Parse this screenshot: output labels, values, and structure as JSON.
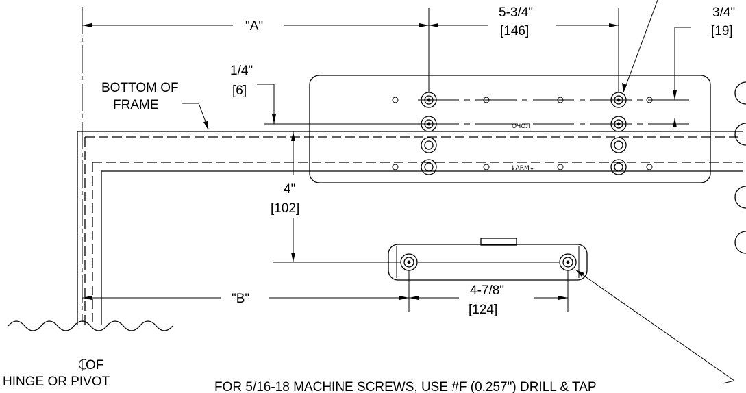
{
  "labels": {
    "dim_a": "\"A\"",
    "dim_b": "\"B\"",
    "dim_5_3_4": "5-3/4\"",
    "dim_146": "[146]",
    "dim_3_4": "3/4\"",
    "dim_19": "[19]",
    "dim_1_4": "1/4\"",
    "dim_6": "[6]",
    "dim_4": "4\"",
    "dim_102": "[102]",
    "dim_4_7_8": "4-7/8\"",
    "dim_124": "[124]",
    "bottom_of": "BOTTOM OF",
    "frame": "FRAME",
    "cl_of": "OF",
    "hinge_or_pivot": "HINGE OR PIVOT",
    "note": "FOR 5/16-18 MACHINE SCREWS, USE #F (0.257\") DRILL & TAP",
    "plate_mark_top": "ОЧОЛ",
    "plate_mark_bottom": "↓ARM↓"
  }
}
